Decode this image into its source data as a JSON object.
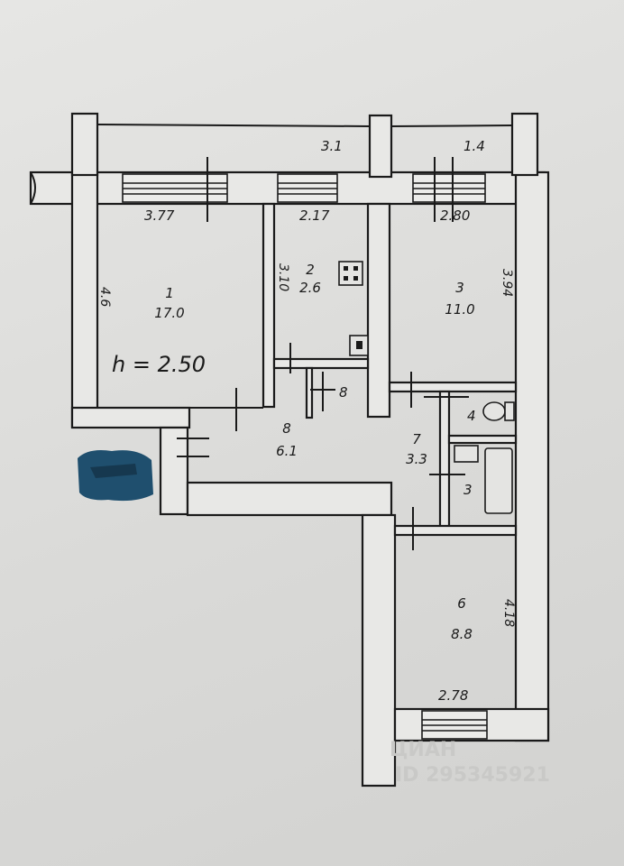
{
  "plan": {
    "dimensions": {
      "top_left": "3.1",
      "top_right": "1.4",
      "room1_width": "3.77",
      "room2_width": "2.17",
      "room3_width": "2.80",
      "room1_depth": "4.6",
      "room2_depth": "3.10",
      "room3_depth": "3.94",
      "room6_depth": "4.18",
      "room6_width": "2.78"
    },
    "ceiling_height": "h = 2.50",
    "rooms": [
      {
        "number": "1",
        "area": "17.0"
      },
      {
        "number": "2",
        "area": "2.6"
      },
      {
        "number": "3",
        "area": "11.0"
      },
      {
        "number": "4",
        "area": ""
      },
      {
        "number": "3",
        "area": ""
      },
      {
        "number": "6",
        "area": "8.8"
      },
      {
        "number": "7",
        "area": "3.3"
      },
      {
        "number": "8",
        "area": "6.1"
      },
      {
        "number": "8",
        "area": ""
      }
    ],
    "icons": [
      "stove-icon",
      "sink-icon",
      "toilet-icon",
      "bathtub-icon"
    ]
  },
  "watermark": {
    "text": "ЦИАН",
    "id_text": "ID 295345921"
  },
  "colors": {
    "paper": "#dcdcda",
    "ink": "#1a1a1a",
    "blot": "#1f4f6e"
  }
}
